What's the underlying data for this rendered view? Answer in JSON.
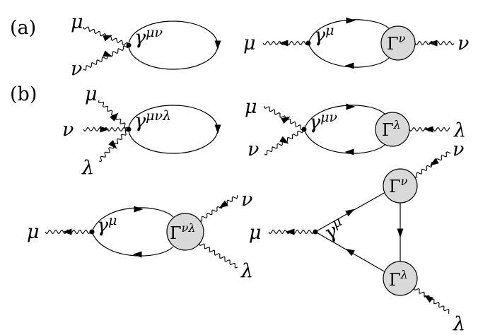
{
  "panels": {
    "a": "(a)",
    "b": "(b)"
  },
  "diagrams": {
    "a1": {
      "ext": [
        "μ",
        "ν"
      ],
      "vertex": "γ",
      "vertex_sup": "μν"
    },
    "a2": {
      "ext": [
        "μ",
        "ν"
      ],
      "vertex": "γ",
      "vertex_sup": "μ",
      "blob": "Γ",
      "blob_sup": "ν"
    },
    "b1": {
      "ext": [
        "μ",
        "ν",
        "λ"
      ],
      "vertex": "γ",
      "vertex_sup": "μνλ"
    },
    "b2": {
      "ext": [
        "μ",
        "ν",
        "λ"
      ],
      "vertex": "γ",
      "vertex_sup": "μν",
      "blob": "Γ",
      "blob_sup": "λ"
    },
    "b3": {
      "ext": [
        "μ",
        "ν",
        "λ"
      ],
      "vertex": "γ",
      "vertex_sup": "μ",
      "blob": "Γ",
      "blob_sup": "νλ"
    },
    "b4": {
      "ext": [
        "μ",
        "ν",
        "λ"
      ],
      "vertex": "γ",
      "vertex_sup": "μ",
      "blobs": [
        {
          "text": "Γ",
          "sup": "ν"
        },
        {
          "text": "Γ",
          "sup": "λ"
        }
      ]
    }
  }
}
